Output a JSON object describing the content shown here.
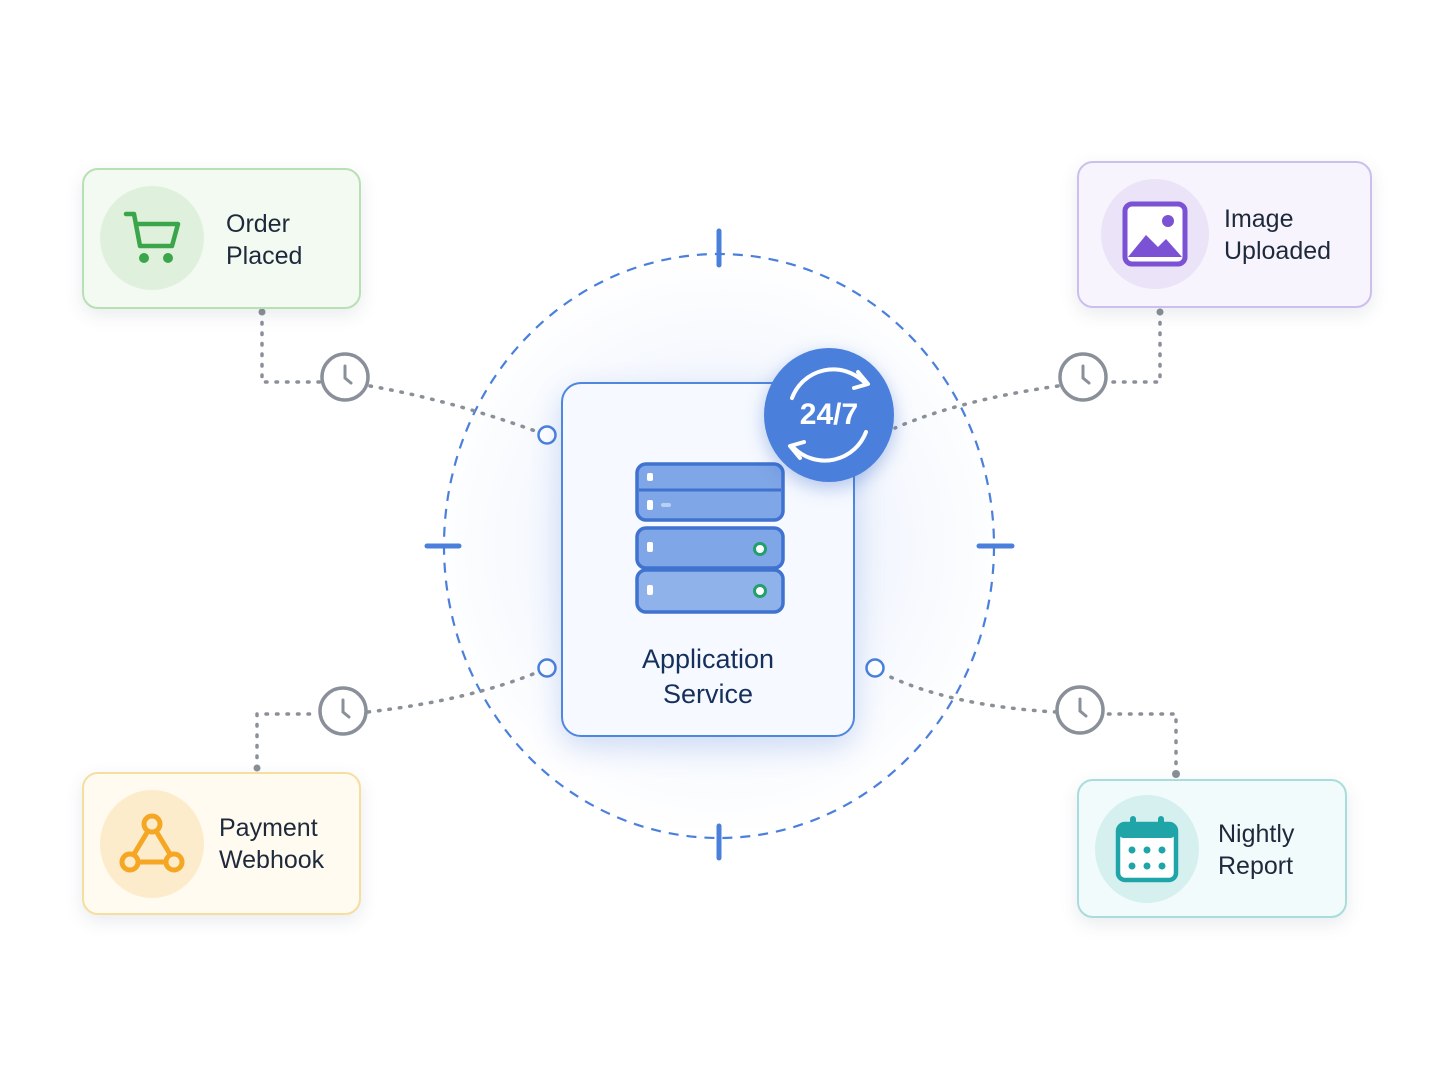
{
  "center": {
    "title_line1": "Application",
    "title_line2": "Service",
    "icon": "server-stack-icon",
    "badge": {
      "label": "24/7",
      "icon": "refresh-cycle-icon"
    }
  },
  "events": [
    {
      "id": "order-placed",
      "line1": "Order",
      "line2": "Placed",
      "icon": "shopping-cart-icon",
      "accent": "#3aa54a"
    },
    {
      "id": "image-uploaded",
      "line1": "Image",
      "line2": "Uploaded",
      "icon": "image-icon",
      "accent": "#7b52d4"
    },
    {
      "id": "payment-webhook",
      "line1": "Payment",
      "line2": "Webhook",
      "icon": "webhook-icon",
      "accent": "#f5a623"
    },
    {
      "id": "nightly-report",
      "line1": "Nightly",
      "line2": "Report",
      "icon": "calendar-icon",
      "accent": "#1fa5a8"
    }
  ],
  "connector_icon": "clock-icon",
  "colors": {
    "service_border": "#4f86de",
    "badge": "#4a80dc",
    "orbit": "#4a80dc",
    "connector": "#8a9099"
  }
}
